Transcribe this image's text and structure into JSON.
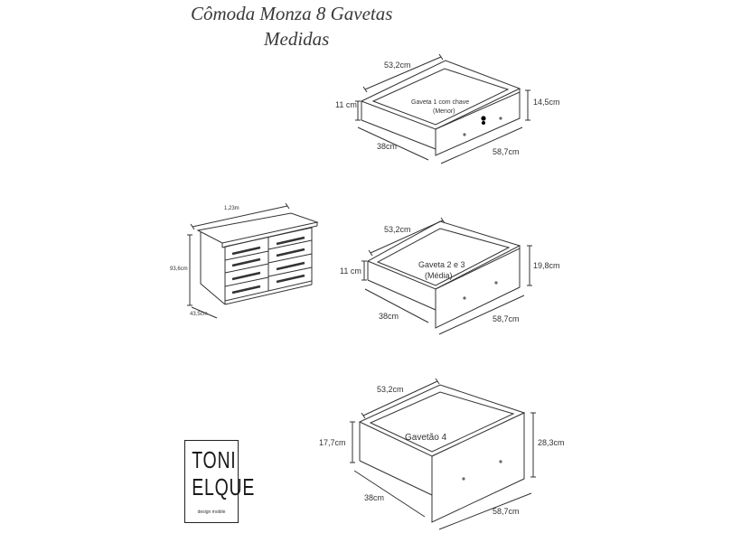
{
  "title": {
    "line1": "Cômoda Monza 8 Gavetas",
    "line2": "Medidas"
  },
  "dresser": {
    "width": "1,23m",
    "height": "93,6cm",
    "depth": "43,5cm"
  },
  "drawer1": {
    "name": "Gaveta 1 com chave",
    "size_note": "(Menor)",
    "width": "53,2cm",
    "side_height": "11 cm",
    "front_height": "14,5cm",
    "depth": "38cm",
    "front_width": "58,7cm"
  },
  "drawer2": {
    "name": "Gaveta 2 e 3",
    "size_note": "(Média)",
    "width": "53,2cm",
    "side_height": "11 cm",
    "front_height": "19,8cm",
    "depth": "38cm",
    "front_width": "58,7cm"
  },
  "drawer4": {
    "name": "Gavetão 4",
    "width": "53,2cm",
    "side_height": "17,7cm",
    "front_height": "28,3cm",
    "depth": "38cm",
    "front_width": "58,7cm"
  },
  "brand": {
    "line1": "TONI",
    "line2": "ELQUE",
    "tagline": "design mobile"
  },
  "colors": {
    "line": "#333333",
    "background": "#ffffff"
  }
}
